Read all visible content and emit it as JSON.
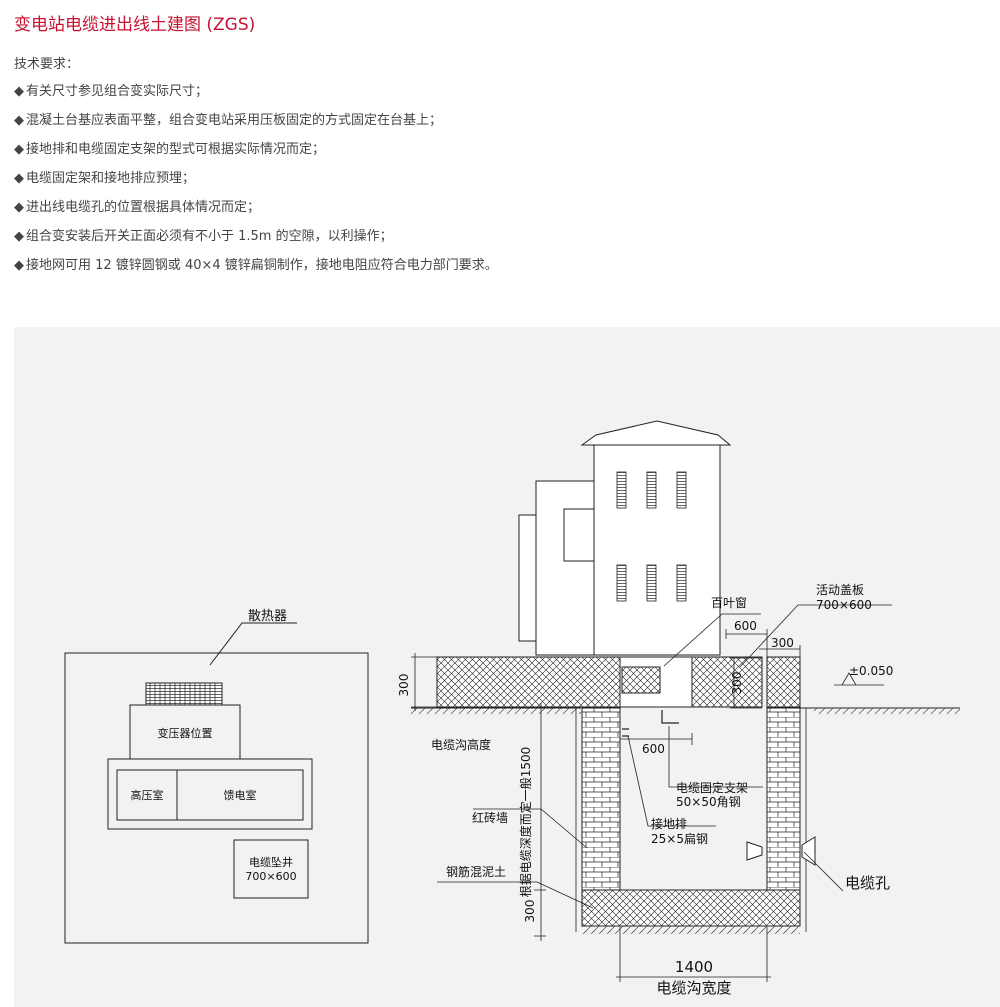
{
  "page": {
    "title": "变电站电缆进出线土建图 (ZGS)",
    "requirements_heading": "技术要求：",
    "bullet": "◆",
    "requirements": [
      "有关尺寸参见组合变实际尺寸；",
      "混凝土台基应表面平整，组合变电站采用压板固定的方式固定在台基上；",
      "接地排和电缆固定支架的型式可根据实际情况而定；",
      "电缆固定架和接地排应预埋；",
      "进出线电缆孔的位置根据具体情况而定；",
      "组合变安装后开关正面必须有不小于 1.5m 的空隙，以利操作；",
      "接地网可用 12 镀锌圆钢或 40×4 镀锌扁铜制作，接地电阻应符合电力部门要求。"
    ]
  },
  "plan": {
    "radiator": "散热器",
    "transformer": "变压器位置",
    "hv_room": "高压室",
    "feeder_room": "馈电室",
    "cable_pit": "电缆坠井",
    "cable_pit_size": "700×600"
  },
  "section": {
    "louver": "百叶窗",
    "cover": "活动盖板",
    "cover_size": "700×600",
    "dim_600_top": "600",
    "dim_300_right": "300",
    "dim_300_left": "300",
    "dim_300_inner": "300",
    "elevation": "±0.050",
    "trench_height": "电缆沟高度",
    "depth_note": "根据电缆深度而定一般1500",
    "dim_600_mid": "600",
    "bracket": "电缆固定支架",
    "bracket_spec": "50×50角钢",
    "ground_bar": "接地排",
    "ground_bar_spec": "25×5扁钢",
    "brick_wall": "红砖墙",
    "concrete": "钢筋混泥土",
    "dim_300_bottom": "300",
    "cable_hole": "电缆孔",
    "width_value": "1400",
    "width_label": "电缆沟宽度"
  },
  "colors": {
    "title": "#c8102e",
    "figure_bg": "#f2f2f2"
  }
}
